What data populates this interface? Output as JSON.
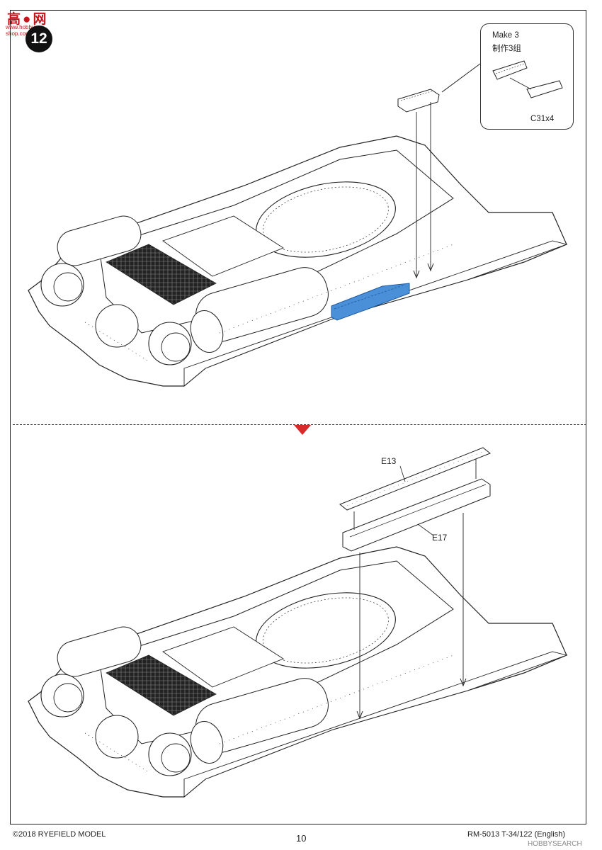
{
  "watermark": {
    "logo_text": "高●网",
    "logo_url": "www.hobby-shop.com.cn",
    "bottom_right": "HOBBYSEARCH"
  },
  "step": {
    "number": "12"
  },
  "callout": {
    "make_text": "Make 3",
    "make_text_cn": "制作3组",
    "part": "C31x4"
  },
  "labels": {
    "top_part": "E13",
    "bottom_part": "E17"
  },
  "footer": {
    "copyright": "©2018 RYEFIELD MODEL",
    "page_number": "10",
    "product": "RM-5013 T-34/122 (English)"
  },
  "colors": {
    "highlight": "#4a90d9",
    "flip_red": "#d82a2a",
    "line": "#222222"
  }
}
